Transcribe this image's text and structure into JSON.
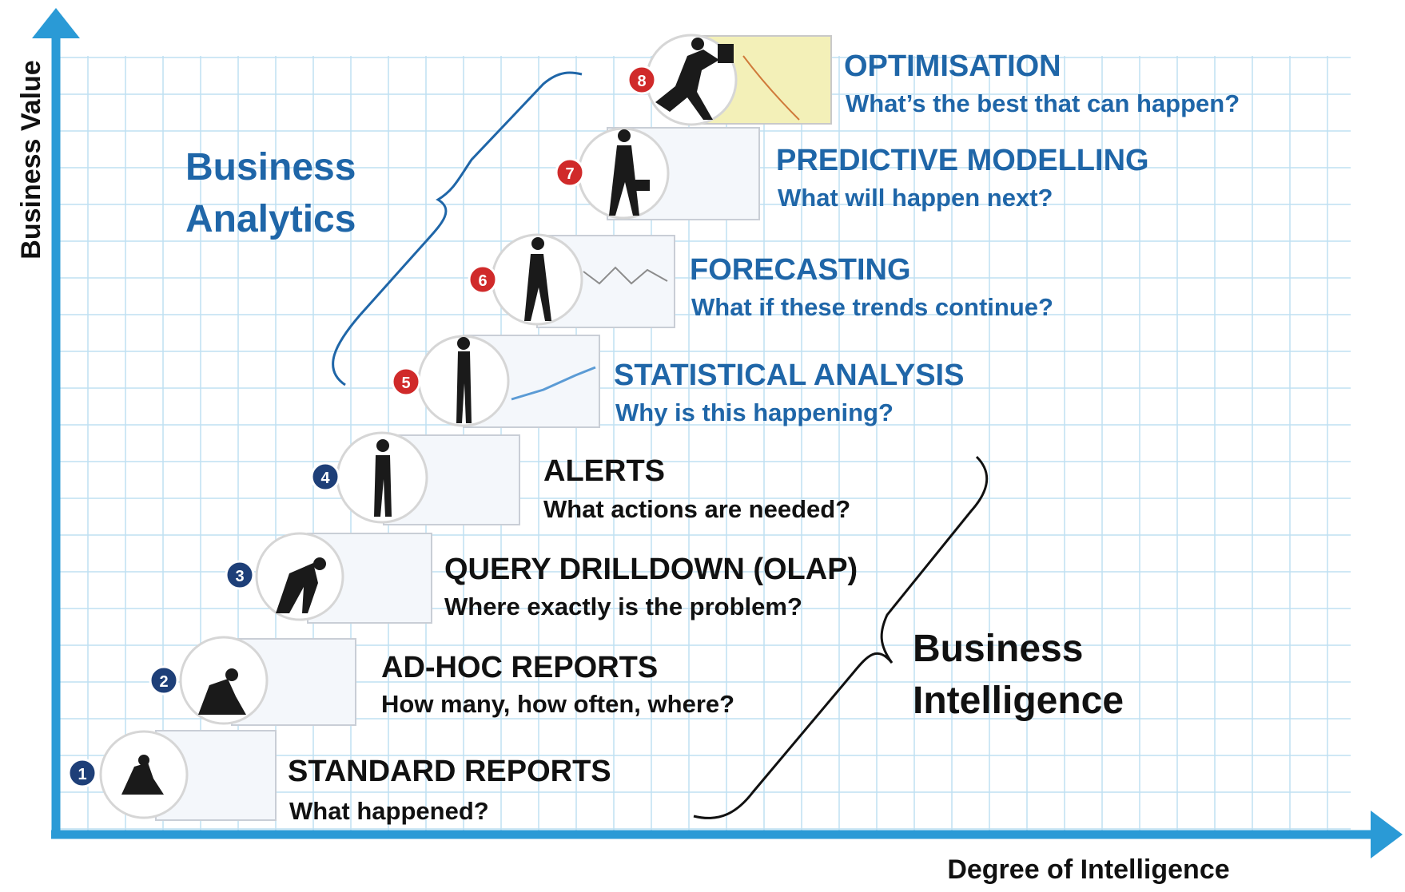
{
  "axes": {
    "y_label": "Business Value",
    "x_label": "Degree of Intelligence"
  },
  "groups": {
    "analytics": {
      "label_line1": "Business",
      "label_line2": "Analytics"
    },
    "intelligence": {
      "label_line1": "Business",
      "label_line2": "Intelligence"
    }
  },
  "steps": [
    {
      "number": "1",
      "title": "STANDARD REPORTS",
      "question": "What happened?"
    },
    {
      "number": "2",
      "title": "AD-HOC REPORTS",
      "question": "How many, how often, where?"
    },
    {
      "number": "3",
      "title": "QUERY DRILLDOWN (OLAP)",
      "question": "Where exactly is the problem?"
    },
    {
      "number": "4",
      "title": "ALERTS",
      "question": "What actions are needed?"
    },
    {
      "number": "5",
      "title": "STATISTICAL ANALYSIS",
      "question": "Why is this happening?"
    },
    {
      "number": "6",
      "title": "FORECASTING",
      "question": "What if these trends continue?"
    },
    {
      "number": "7",
      "title": "PREDICTIVE MODELLING",
      "question": "What will happen next?"
    },
    {
      "number": "8",
      "title": "OPTIMISATION",
      "question": "What’s the best that can happen?"
    }
  ],
  "colors": {
    "axis": "#2a9ad6",
    "grid": "#bfe0f2",
    "bi_text": "#111111",
    "ba_text": "#1f66a8",
    "badge_bi": "#1e3f78",
    "badge_ba": "#d02a2a"
  }
}
